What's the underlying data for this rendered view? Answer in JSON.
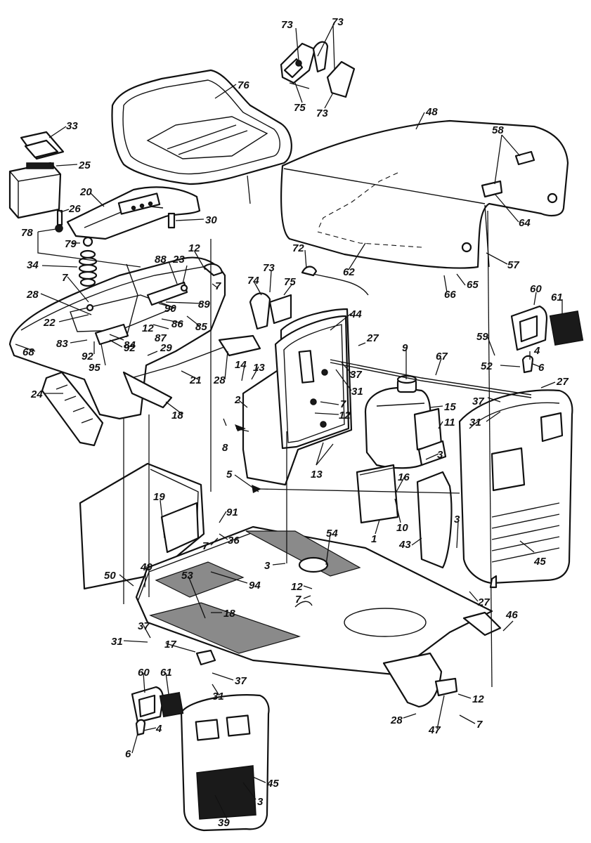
{
  "callouts": [
    {
      "label": "73"
    },
    {
      "label": "73"
    },
    {
      "label": "75"
    },
    {
      "label": "73"
    },
    {
      "label": "76"
    },
    {
      "label": "33"
    },
    {
      "label": "25"
    },
    {
      "label": "48"
    },
    {
      "label": "58"
    },
    {
      "label": "20"
    },
    {
      "label": "26"
    },
    {
      "label": "30"
    },
    {
      "label": "78"
    },
    {
      "label": "79"
    },
    {
      "label": "12"
    },
    {
      "label": "62"
    },
    {
      "label": "64"
    },
    {
      "label": "72"
    },
    {
      "label": "57"
    },
    {
      "label": "34"
    },
    {
      "label": "88"
    },
    {
      "label": "23"
    },
    {
      "label": "7"
    },
    {
      "label": "7"
    },
    {
      "label": "73"
    },
    {
      "label": "74"
    },
    {
      "label": "75"
    },
    {
      "label": "65"
    },
    {
      "label": "66"
    },
    {
      "label": "60"
    },
    {
      "label": "61"
    },
    {
      "label": "28"
    },
    {
      "label": "90"
    },
    {
      "label": "89"
    },
    {
      "label": "22"
    },
    {
      "label": "86"
    },
    {
      "label": "85"
    },
    {
      "label": "12"
    },
    {
      "label": "87"
    },
    {
      "label": "44"
    },
    {
      "label": "27"
    },
    {
      "label": "9"
    },
    {
      "label": "83"
    },
    {
      "label": "84"
    },
    {
      "label": "29"
    },
    {
      "label": "92"
    },
    {
      "label": "92"
    },
    {
      "label": "95"
    },
    {
      "label": "68"
    },
    {
      "label": "21"
    },
    {
      "label": "28"
    },
    {
      "label": "14"
    },
    {
      "label": "13"
    },
    {
      "label": "37"
    },
    {
      "label": "31"
    },
    {
      "label": "67"
    },
    {
      "label": "59"
    },
    {
      "label": "52"
    },
    {
      "label": "4"
    },
    {
      "label": "6"
    },
    {
      "label": "27"
    },
    {
      "label": "24"
    },
    {
      "label": "18"
    },
    {
      "label": "2"
    },
    {
      "label": "7"
    },
    {
      "label": "12"
    },
    {
      "label": "15"
    },
    {
      "label": "11"
    },
    {
      "label": "37"
    },
    {
      "label": "31"
    },
    {
      "label": "8"
    },
    {
      "label": "13"
    },
    {
      "label": "3"
    },
    {
      "label": "5"
    },
    {
      "label": "16"
    },
    {
      "label": "10"
    },
    {
      "label": "1"
    },
    {
      "label": "3"
    },
    {
      "label": "43"
    },
    {
      "label": "45"
    },
    {
      "label": "19"
    },
    {
      "label": "91"
    },
    {
      "label": "36"
    },
    {
      "label": "7"
    },
    {
      "label": "54"
    },
    {
      "label": "49"
    },
    {
      "label": "50"
    },
    {
      "label": "53"
    },
    {
      "label": "3"
    },
    {
      "label": "94"
    },
    {
      "label": "12"
    },
    {
      "label": "7"
    },
    {
      "label": "27"
    },
    {
      "label": "46"
    },
    {
      "label": "18"
    },
    {
      "label": "37"
    },
    {
      "label": "31"
    },
    {
      "label": "17"
    },
    {
      "label": "37"
    },
    {
      "label": "31"
    },
    {
      "label": "60"
    },
    {
      "label": "61"
    },
    {
      "label": "28"
    },
    {
      "label": "12"
    },
    {
      "label": "47"
    },
    {
      "label": "7"
    },
    {
      "label": "4"
    },
    {
      "label": "6"
    },
    {
      "label": "45"
    },
    {
      "label": "3"
    },
    {
      "label": "39"
    }
  ]
}
